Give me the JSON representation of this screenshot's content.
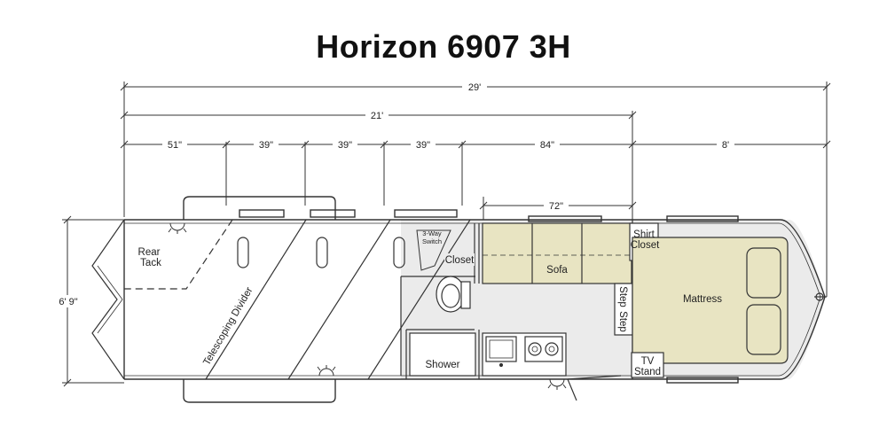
{
  "title": "Horizon 6907 3H",
  "dimensions": {
    "overall_length": "29'",
    "horse_area_length": "21'",
    "living_quarters_length": "8'",
    "width": "6' 9\"",
    "sections": [
      "51\"",
      "39\"",
      "39\"",
      "39\"",
      "84\""
    ],
    "sofa_length": "72\""
  },
  "labels": {
    "rear_tack": [
      "Rear",
      "Tack"
    ],
    "telescoping_divider": "Telescoping Divider",
    "three_way_switch": [
      "3-Way",
      "Switch"
    ],
    "closet": "Closet",
    "sofa": "Sofa",
    "shirt_closet": [
      "Shirt",
      "Closet"
    ],
    "step": "Step",
    "mattress": "Mattress",
    "shower": "Shower",
    "tv_stand": [
      "TV",
      "Stand"
    ]
  },
  "colors": {
    "line": "#333333",
    "furniture_fill": "#e8e4c2",
    "floor_fill": "#ebebeb"
  }
}
